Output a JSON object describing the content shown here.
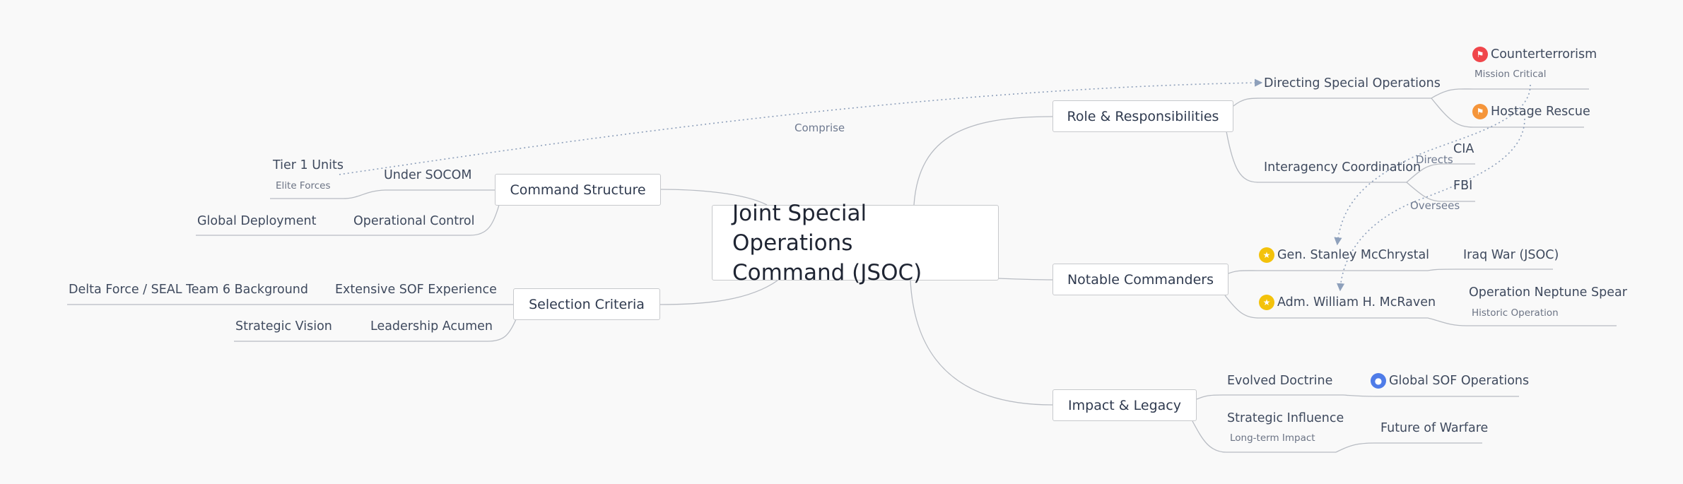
{
  "root": {
    "title_line1": "Joint Special Operations",
    "title_line2": "Command (JSOC)"
  },
  "branches": {
    "command_structure": {
      "label": "Command Structure",
      "under_socom": "Under SOCOM",
      "tier1": "Tier 1 Units",
      "tier1_note": "Elite Forces",
      "operational_control": "Operational Control",
      "global_deployment": "Global Deployment"
    },
    "selection_criteria": {
      "label": "Selection Criteria",
      "extensive_sof": "Extensive SOF Experience",
      "delta_seal": "Delta Force / SEAL Team 6 Background",
      "leadership": "Leadership Acumen",
      "strategic_vision": "Strategic Vision"
    },
    "role": {
      "label": "Role & Responsibilities",
      "directing": "Directing Special Operations",
      "counterterrorism": "Counterterrorism",
      "counterterrorism_note": "Mission Critical",
      "hostage_rescue": "Hostage Rescue",
      "interagency": "Interagency Coordination",
      "cia": "CIA",
      "fbi": "FBI"
    },
    "commanders": {
      "label": "Notable Commanders",
      "mcchrystal": "Gen. Stanley McChrystal",
      "iraq_war": "Iraq War (JSOC)",
      "mcraven": "Adm. William H. McRaven",
      "neptune_spear": "Operation Neptune Spear",
      "neptune_note": "Historic Operation"
    },
    "impact": {
      "label": "Impact & Legacy",
      "evolved_doctrine": "Evolved Doctrine",
      "global_sof": "Global SOF Operations",
      "strategic_influence": "Strategic Influence",
      "strategic_note": "Long-term Impact",
      "future_warfare": "Future of Warfare"
    }
  },
  "relationships": {
    "comprise": "Comprise",
    "directs": "Directs",
    "oversees": "Oversees"
  },
  "icons": {
    "counterterrorism": "flag-icon",
    "hostage_rescue": "flag-icon",
    "mcchrystal": "star-icon",
    "mcraven": "star-icon",
    "global_sof": "person-icon"
  },
  "colors": {
    "background": "#f9f9f9",
    "line": "#b8bcc3",
    "relation": "#8ea0bb",
    "flag_red": "#f0464b",
    "flag_orange": "#f5953a",
    "star_yellow": "#f3c20b",
    "person_blue": "#4f7ce8"
  }
}
